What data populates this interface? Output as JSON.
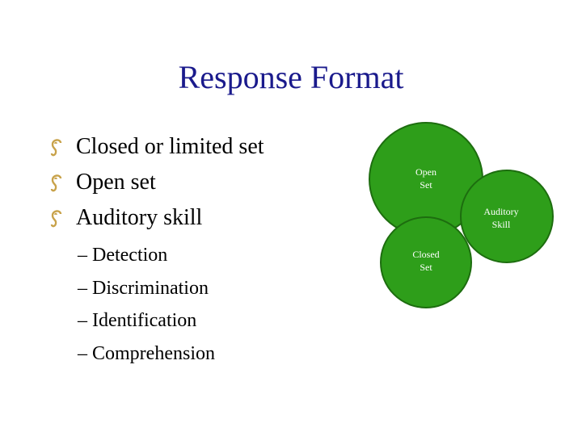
{
  "slide": {
    "title": "Response Format",
    "bullets": [
      "Closed or limited set",
      "Open set",
      "Auditory skill"
    ],
    "sub_bullets": [
      "– Detection",
      "– Discrimination",
      "– Identification",
      "– Comprehension"
    ],
    "bullet_icon": "ear-icon",
    "colors": {
      "title": "#1a1a8c",
      "circle_fill": "#2e9e1a",
      "circle_stroke": "#1d6d0f",
      "icon": "#c8a24a"
    }
  },
  "diagram": {
    "nodes": [
      {
        "id": "open-set",
        "line1": "Open",
        "line2": "Set"
      },
      {
        "id": "auditory-skill",
        "line1": "Auditory",
        "line2": "Skill"
      },
      {
        "id": "closed-set",
        "line1": "Closed",
        "line2": "Set"
      }
    ]
  }
}
